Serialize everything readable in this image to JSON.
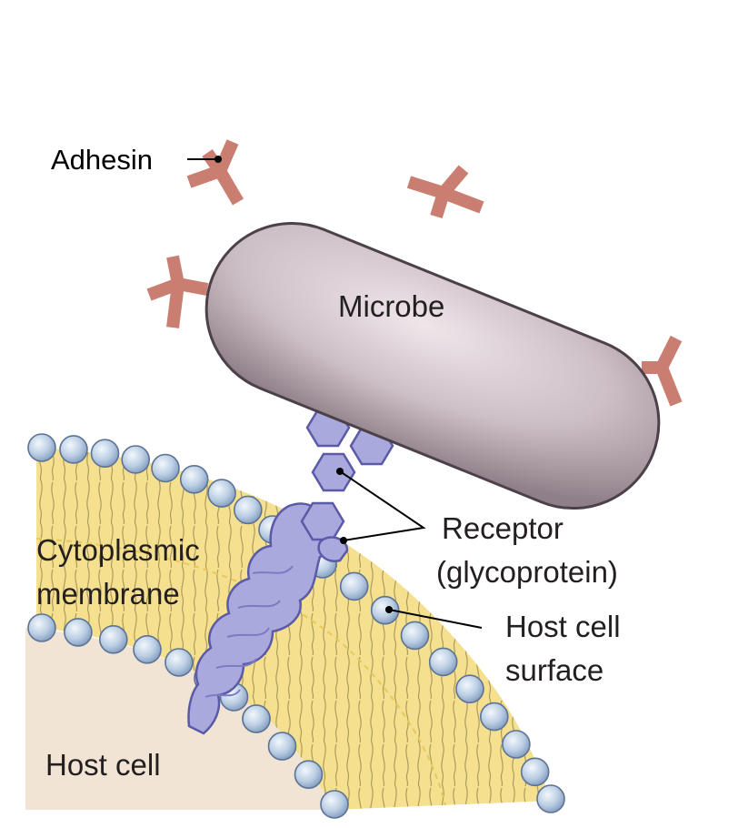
{
  "labels": {
    "adhesin": "Adhesin",
    "microbe": "Microbe",
    "receptor_line1": "Receptor",
    "receptor_line2": "(glycoprotein)",
    "host_surface_line1": "Host cell",
    "host_surface_line2": "surface",
    "membrane_line1": "Cytoplasmic",
    "membrane_line2": "membrane",
    "host_cell": "Host cell"
  },
  "colors": {
    "microbe_fill": "#cdbfc6",
    "microbe_outline": "#4d4149",
    "adhesin": "#c97e71",
    "membrane_core": "#f5e08f",
    "phospholipid_head": "#b9cde3",
    "phospholipid_outline": "#5c7395",
    "receptor_fill": "#a9a9de",
    "receptor_outline": "#5a5aa6",
    "cytoplasm": "#f1e4d4"
  }
}
